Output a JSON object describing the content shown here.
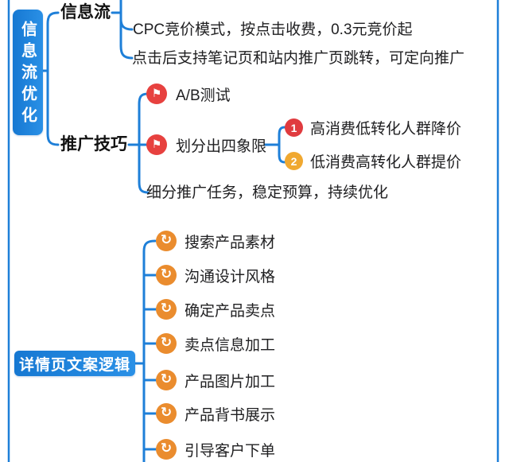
{
  "diagram": {
    "root_infoflow": {
      "label": "信息流优化"
    },
    "infoflow_branch": {
      "label": "信息流",
      "children": {
        "cpc": "CPC竞价模式，按点击收费，0.3元竞价起",
        "jump": "点击后支持笔记页和站内推广页跳转，可定向推广"
      }
    },
    "promo_branch": {
      "label": "推广技巧",
      "ab_test": "A/B测试",
      "quadrant": "划分出四象限",
      "quadrant_children": [
        {
          "num": "1",
          "text": "高消费低转化人群降价"
        },
        {
          "num": "2",
          "text": "低消费高转化人群提价"
        }
      ],
      "subdivide": "细分推广任务，稳定预算，持续优化"
    },
    "detail_branch": {
      "label": "详情页文案逻辑",
      "items": [
        "搜索产品素材",
        "沟通设计风格",
        "确定产品卖点",
        "卖点信息加工",
        "产品图片加工",
        "产品背书展示",
        "引导客户下单"
      ]
    },
    "icons": {
      "flag": "⚑",
      "rotate": "↻"
    },
    "colors": {
      "line_blue": "#1e7fd8",
      "node_blue": "#1a7fd6",
      "flag_red": "#e7413f",
      "num1_red": "#e03b3f",
      "num2_amber": "#f0a830",
      "rotate_orange": "#ea8c2e",
      "text_dark": "#1d1d1f",
      "background": "#ffffff"
    }
  }
}
